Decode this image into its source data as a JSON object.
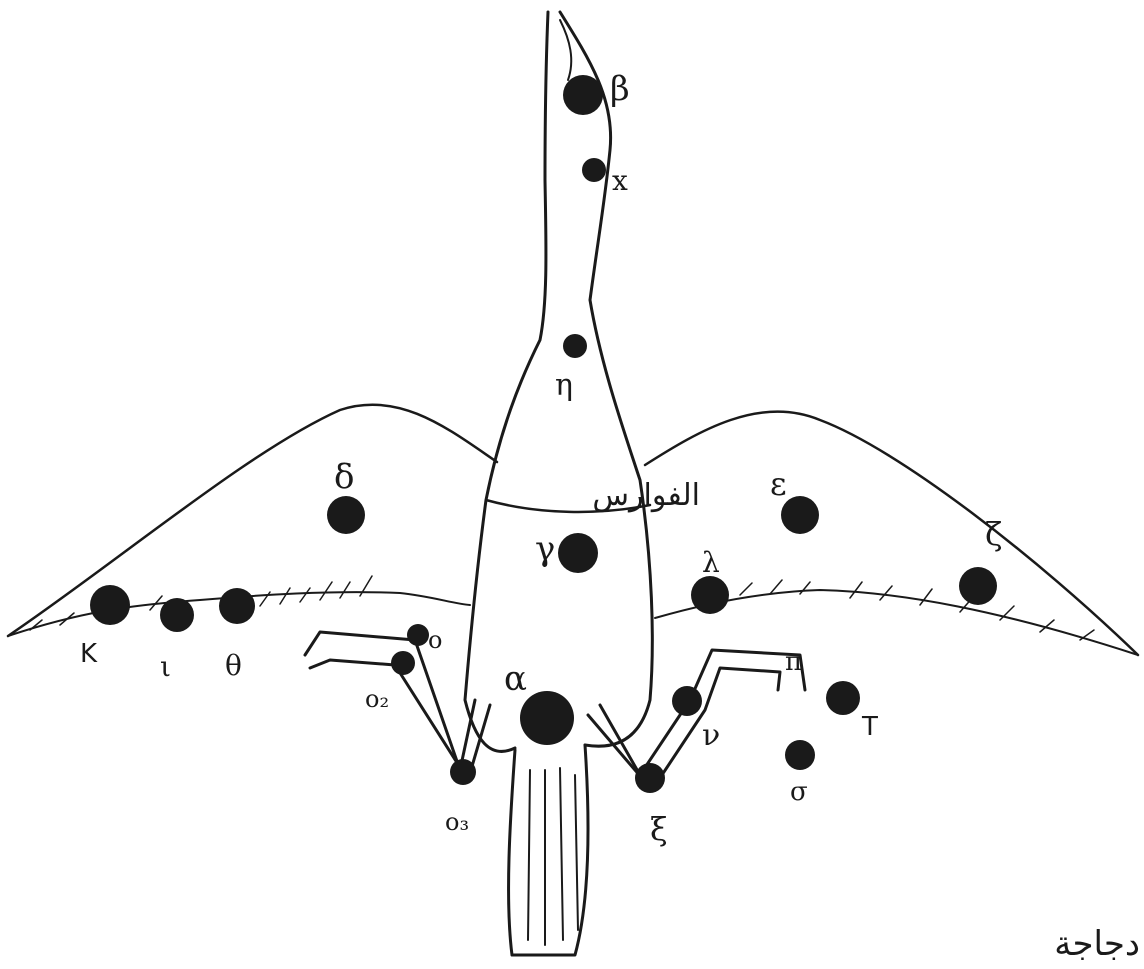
{
  "diagram": {
    "arabic_labels": {
      "right_wing": "الفوارس",
      "caption": "دجاجة"
    },
    "star_labels": {
      "beta": "β",
      "chi": "x",
      "eta": "η",
      "delta": "δ",
      "epsilon": "ε",
      "zeta": "ζ",
      "gamma": "γ",
      "lambda": "λ",
      "kappa": "K",
      "iota": "ι",
      "theta": "θ",
      "omicron1": "o",
      "omicron2": "o₂",
      "omicron3": "o₃",
      "alpha": "α",
      "nu": "ν",
      "xi": "ξ",
      "pi": "π",
      "tau": "T",
      "sigma": "σ"
    }
  }
}
